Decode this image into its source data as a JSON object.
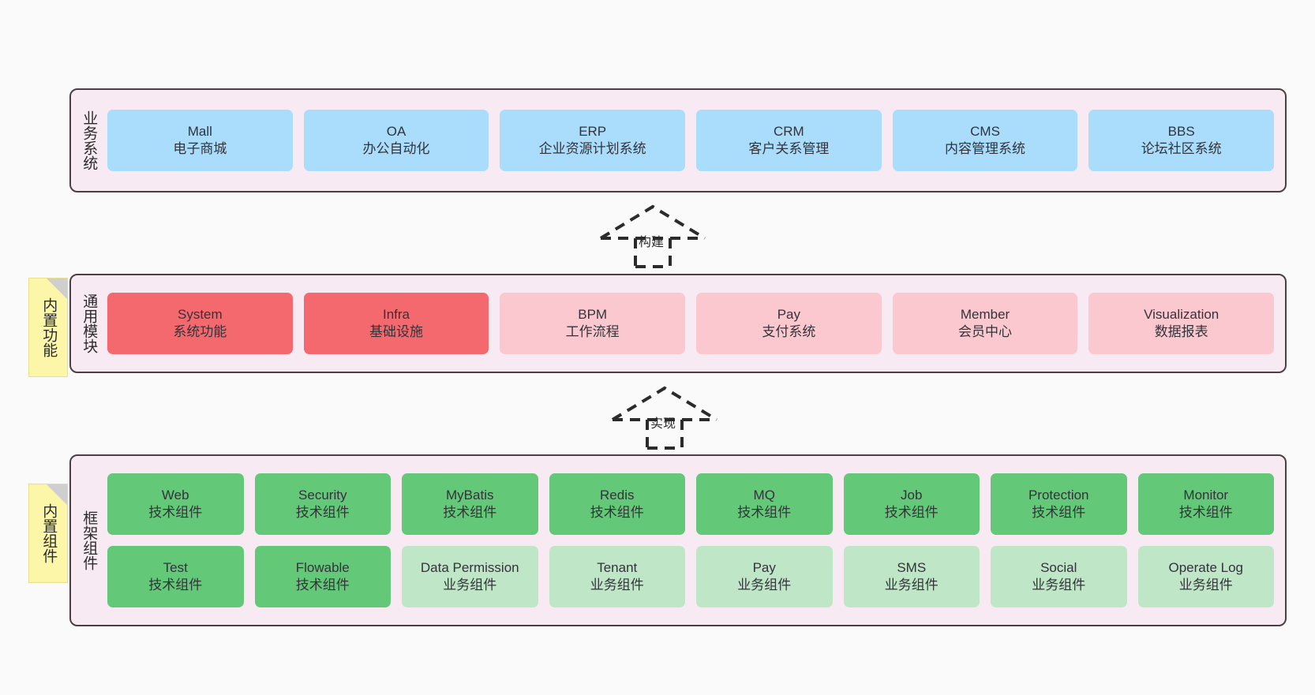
{
  "diagram": {
    "background_color": "#fafafa",
    "panel_color": "#f8eaf3",
    "panel_border_color": "#4a4044",
    "note_color": "#fcf7a8"
  },
  "layers": [
    {
      "id": "business-system",
      "caption": "业务系统",
      "note": null,
      "rows": [
        {
          "style": "blue",
          "cards": [
            {
              "title": "Mall",
              "subtitle": "电子商城"
            },
            {
              "title": "OA",
              "subtitle": "办公自动化"
            },
            {
              "title": "ERP",
              "subtitle": "企业资源计划系统"
            },
            {
              "title": "CRM",
              "subtitle": "客户关系管理"
            },
            {
              "title": "CMS",
              "subtitle": "内容管理系统"
            },
            {
              "title": "BBS",
              "subtitle": "论坛社区系统"
            }
          ]
        }
      ]
    },
    {
      "id": "common-modules",
      "caption": "通用模块",
      "note": "内置功能",
      "rows": [
        {
          "style": "mixed-red",
          "cards": [
            {
              "title": "System",
              "subtitle": "系统功能",
              "style": "red-strong"
            },
            {
              "title": "Infra",
              "subtitle": "基础设施",
              "style": "red-strong"
            },
            {
              "title": "BPM",
              "subtitle": "工作流程",
              "style": "red-soft"
            },
            {
              "title": "Pay",
              "subtitle": "支付系统",
              "style": "red-soft"
            },
            {
              "title": "Member",
              "subtitle": "会员中心",
              "style": "red-soft"
            },
            {
              "title": "Visualization",
              "subtitle": "数据报表",
              "style": "red-soft"
            }
          ]
        }
      ]
    },
    {
      "id": "framework-components",
      "caption": "框架组件",
      "note": "内置组件",
      "rows": [
        {
          "style": "green-strong",
          "cards": [
            {
              "title": "Web",
              "subtitle": "技术组件",
              "style": "green-strong"
            },
            {
              "title": "Security",
              "subtitle": "技术组件",
              "style": "green-strong"
            },
            {
              "title": "MyBatis",
              "subtitle": "技术组件",
              "style": "green-strong"
            },
            {
              "title": "Redis",
              "subtitle": "技术组件",
              "style": "green-strong"
            },
            {
              "title": "MQ",
              "subtitle": "技术组件",
              "style": "green-strong"
            },
            {
              "title": "Job",
              "subtitle": "技术组件",
              "style": "green-strong"
            },
            {
              "title": "Protection",
              "subtitle": "技术组件",
              "style": "green-strong"
            },
            {
              "title": "Monitor",
              "subtitle": "技术组件",
              "style": "green-strong"
            }
          ]
        },
        {
          "style": "green-mixed",
          "cards": [
            {
              "title": "Test",
              "subtitle": "技术组件",
              "style": "green-strong"
            },
            {
              "title": "Flowable",
              "subtitle": "技术组件",
              "style": "green-strong"
            },
            {
              "title": "Data Permission",
              "subtitle": "业务组件",
              "style": "green-soft"
            },
            {
              "title": "Tenant",
              "subtitle": "业务组件",
              "style": "green-soft"
            },
            {
              "title": "Pay",
              "subtitle": "业务组件",
              "style": "green-soft"
            },
            {
              "title": "SMS",
              "subtitle": "业务组件",
              "style": "green-soft"
            },
            {
              "title": "Social",
              "subtitle": "业务组件",
              "style": "green-soft"
            },
            {
              "title": "Operate Log",
              "subtitle": "业务组件",
              "style": "green-soft"
            }
          ]
        }
      ]
    }
  ],
  "connectors": [
    {
      "id": "build",
      "label": "构建",
      "relation": "generalization"
    },
    {
      "id": "implement",
      "label": "实现",
      "relation": "generalization"
    }
  ]
}
